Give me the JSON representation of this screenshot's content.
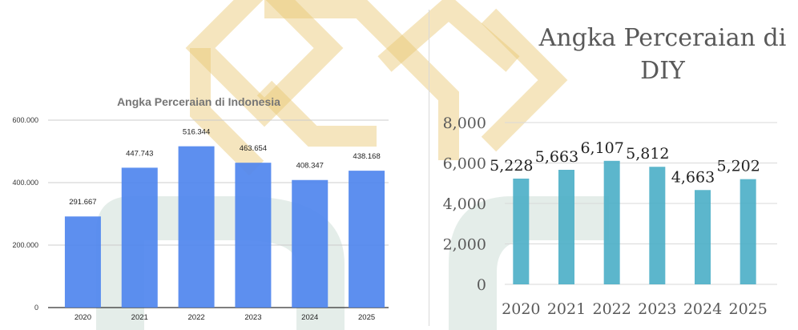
{
  "colors": {
    "indonesia_bar": "#4f86ee",
    "diy_bar": "#4aaec6",
    "watermark_gold": "#e8c66f",
    "watermark_green": "#9fbfb0"
  },
  "chart_data": [
    {
      "type": "bar",
      "title": "Angka Perceraian di Indonesia",
      "xlabel": "",
      "ylabel": "",
      "categories": [
        "2020",
        "2021",
        "2022",
        "2023",
        "2024",
        "2025"
      ],
      "values": [
        291667,
        447743,
        516344,
        463654,
        408347,
        438168
      ],
      "data_labels": [
        "291.667",
        "447.743",
        "516.344",
        "463.654",
        "408.347",
        "438.168"
      ],
      "ylim": [
        0,
        600000
      ],
      "yticks": [
        0,
        200000,
        400000,
        600000
      ],
      "ytick_labels": [
        "0",
        "200.000",
        "400.000",
        "600.000"
      ],
      "grid": true,
      "legend": "none"
    },
    {
      "type": "bar",
      "title_lines": [
        "Angka Perceraian di",
        "DIY"
      ],
      "xlabel": "",
      "ylabel": "",
      "categories": [
        "2020",
        "2021",
        "2022",
        "2023",
        "2024",
        "2025"
      ],
      "values": [
        5228,
        5663,
        6107,
        5812,
        4663,
        5202
      ],
      "data_labels": [
        "5,228",
        "5,663",
        "6,107",
        "5,812",
        "4,663",
        "5,202"
      ],
      "ylim": [
        0,
        8000
      ],
      "yticks": [
        0,
        2000,
        4000,
        6000,
        8000
      ],
      "ytick_labels": [
        "0",
        "2,000",
        "4,000",
        "6,000",
        "8,000"
      ],
      "grid": true,
      "legend": "none"
    }
  ]
}
